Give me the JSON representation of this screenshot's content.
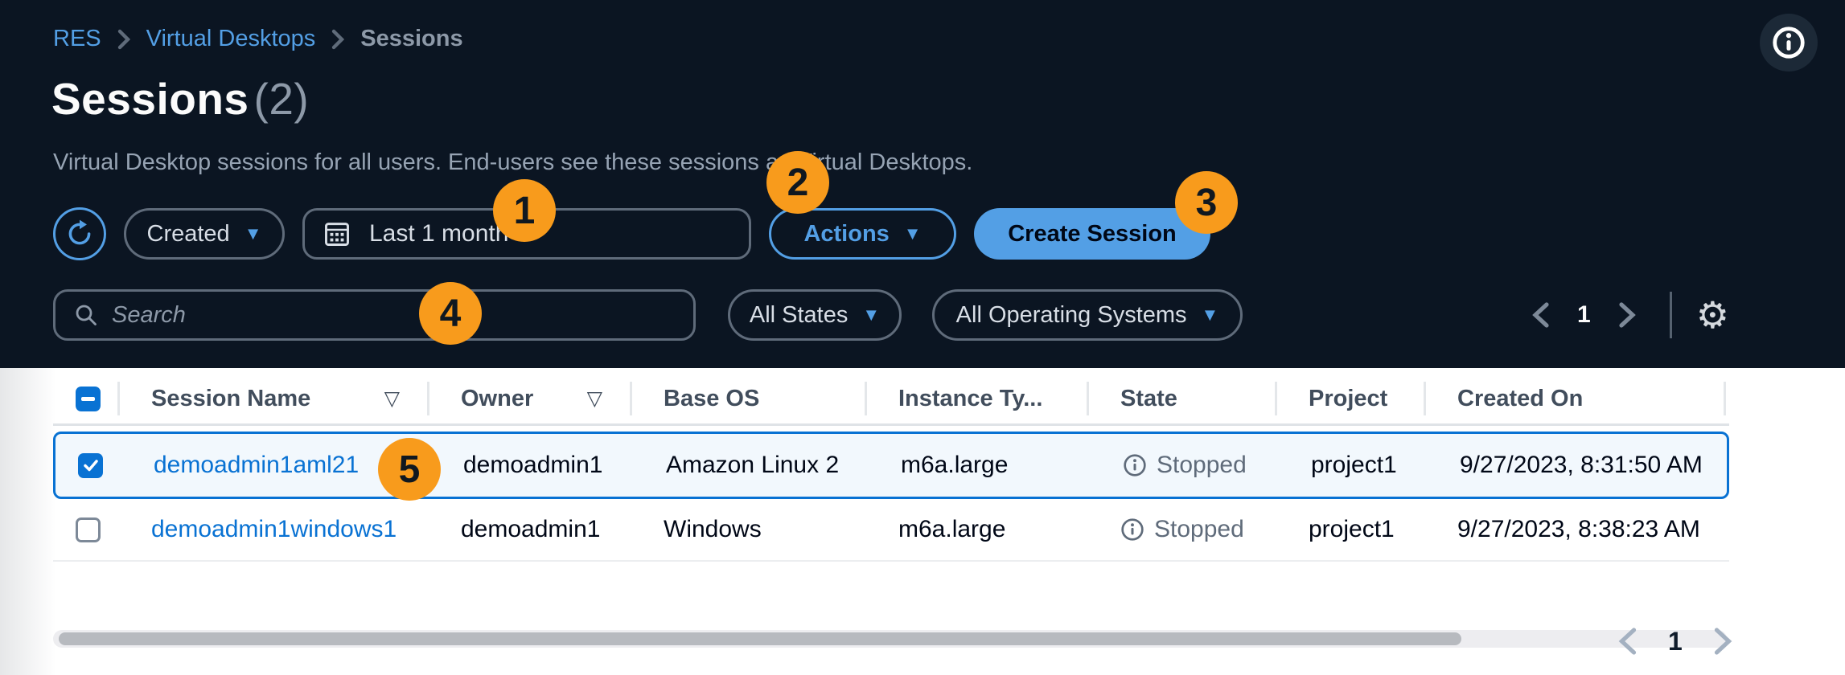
{
  "breadcrumb": {
    "items": [
      "RES",
      "Virtual Desktops",
      "Sessions"
    ]
  },
  "header": {
    "title": "Sessions",
    "count": "(2)",
    "description": "Virtual Desktop sessions for all users. End-users see these sessions as Virtual Desktops."
  },
  "toolbar": {
    "created_label": "Created",
    "date_range": "Last 1 month",
    "actions_label": "Actions",
    "create_session_label": "Create Session"
  },
  "filters": {
    "search_placeholder": "Search",
    "states_label": "All States",
    "os_label": "All Operating Systems"
  },
  "pagination_top": {
    "page": "1"
  },
  "pagination_bottom": {
    "page": "1"
  },
  "annotations": {
    "badge1": "1",
    "badge2": "2",
    "badge3": "3",
    "badge4": "4",
    "badge5": "5"
  },
  "table": {
    "columns": [
      "Session Name",
      "Owner",
      "Base OS",
      "Instance Ty...",
      "State",
      "Project",
      "Created On"
    ],
    "rows": [
      {
        "session_name": "demoadmin1aml21",
        "owner": "demoadmin1",
        "base_os": "Amazon Linux 2",
        "instance_type": "m6a.large",
        "state": "Stopped",
        "project": "project1",
        "created_on": "9/27/2023, 8:31:50 AM",
        "selected": true
      },
      {
        "session_name": "demoadmin1windows1",
        "owner": "demoadmin1",
        "base_os": "Windows",
        "instance_type": "m6a.large",
        "state": "Stopped",
        "project": "project1",
        "created_on": "9/27/2023, 8:38:23 AM",
        "selected": false
      }
    ]
  },
  "icons": {
    "caret_down": "▼",
    "sort_down": "▽",
    "gear": "⚙"
  },
  "colors": {
    "dark_bg": "#0b1522",
    "accent_blue": "#539fe5",
    "link_blue": "#0972d3",
    "annotation_orange": "#f89b1c",
    "selected_row_bg": "#f2f8fd",
    "muted_text": "#8d99a8"
  }
}
